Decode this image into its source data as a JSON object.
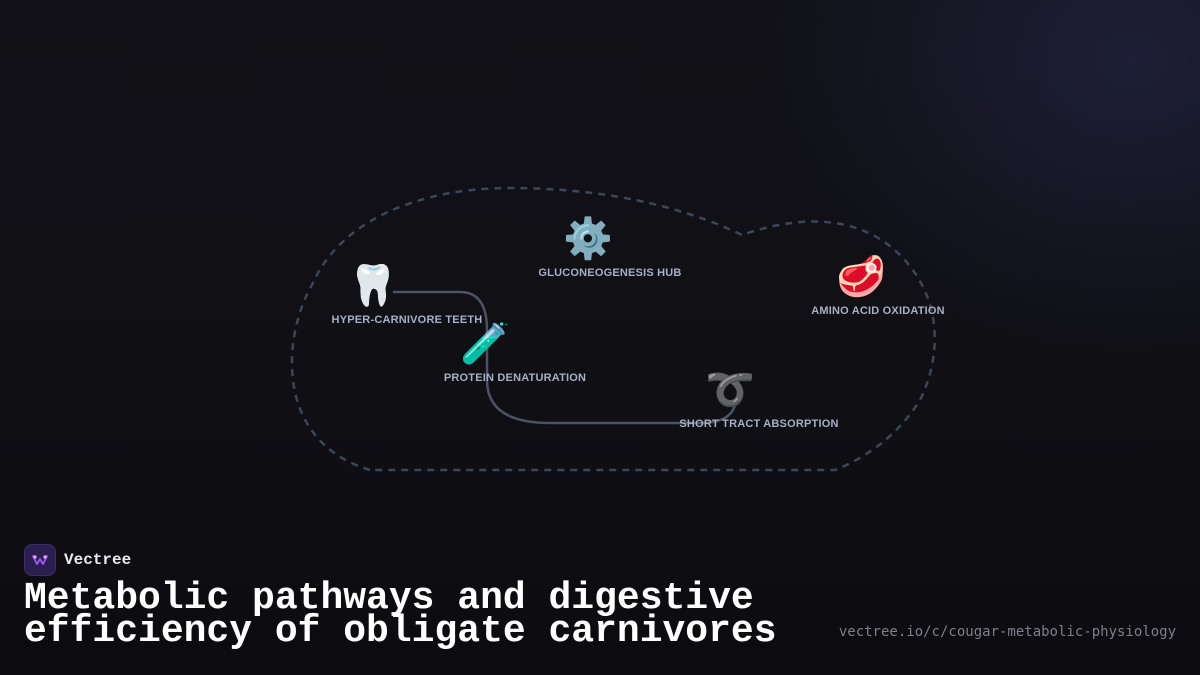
{
  "diagram": {
    "nodes": [
      {
        "id": "teeth",
        "emoji": "🦷",
        "label": "HYPER-CARNIVORE TEETH"
      },
      {
        "id": "protein",
        "emoji": "🧪",
        "label": "PROTEIN DENATURATION"
      },
      {
        "id": "gluco",
        "emoji": "⚙️",
        "label": "GLUCONEOGENESIS HUB"
      },
      {
        "id": "amino",
        "emoji": "🥩",
        "label": "AMINO ACID OXIDATION"
      },
      {
        "id": "tract",
        "emoji": "➰",
        "label": "SHORT TRACT ABSORPTION"
      }
    ],
    "edges": [
      {
        "from": "teeth",
        "to": "tract"
      }
    ]
  },
  "brand": {
    "name": "Vectree"
  },
  "title": {
    "line1": "Metabolic pathways and digestive",
    "line2": "efficiency of obligate carnivores"
  },
  "url": "vectree.io/c/cougar-metabolic-physiology",
  "colors": {
    "background": "#0f0f14",
    "boundary": "#3b4659",
    "edge": "#4b5261",
    "label": "#a7b0c4",
    "brand_accent": "#a855f7"
  }
}
